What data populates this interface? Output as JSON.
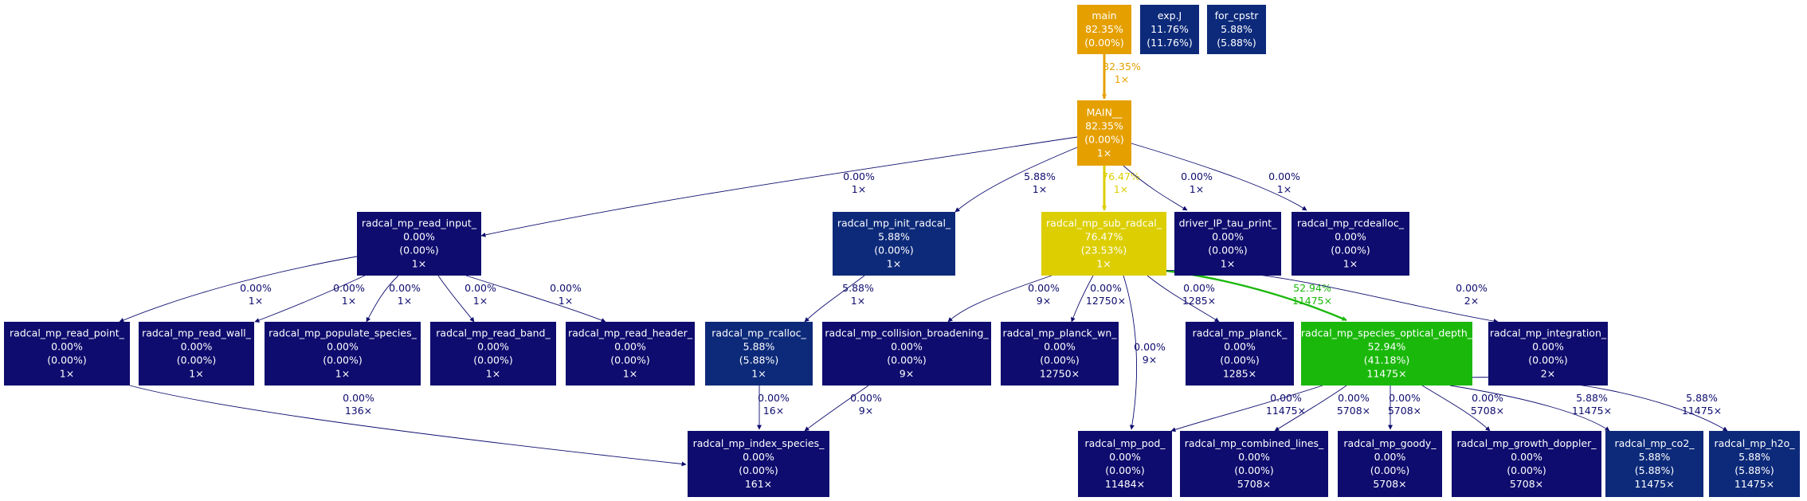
{
  "colors": {
    "hot": "#e5a000",
    "warm": "#dcce00",
    "green": "#1bb80c",
    "mid_blue": "#0d2a7a",
    "dark_blue": "#0e0c6e",
    "edge_default": "#0e0c6e"
  },
  "nodes": [
    {
      "id": "main",
      "lines": [
        "main",
        "82.35%",
        "(0.00%)"
      ],
      "color": "hot"
    },
    {
      "id": "expJ",
      "lines": [
        "exp.J",
        "11.76%",
        "(11.76%)"
      ],
      "color": "mid_blue"
    },
    {
      "id": "for_cpstr",
      "lines": [
        "for_cpstr",
        "5.88%",
        "(5.88%)"
      ],
      "color": "mid_blue"
    },
    {
      "id": "MAIN",
      "lines": [
        "MAIN__",
        "82.35%",
        "(0.00%)",
        "1×"
      ],
      "color": "hot"
    },
    {
      "id": "read_input",
      "lines": [
        "radcal_mp_read_input_",
        "0.00%",
        "(0.00%)",
        "1×"
      ],
      "color": "dark_blue"
    },
    {
      "id": "init_radcal",
      "lines": [
        "radcal_mp_init_radcal_",
        "5.88%",
        "(0.00%)",
        "1×"
      ],
      "color": "mid_blue"
    },
    {
      "id": "sub_radcal",
      "lines": [
        "radcal_mp_sub_radcal_",
        "76.47%",
        "(23.53%)",
        "1×"
      ],
      "color": "warm"
    },
    {
      "id": "driver_ip",
      "lines": [
        "driver_IP_tau_print_",
        "0.00%",
        "(0.00%)",
        "1×"
      ],
      "color": "dark_blue"
    },
    {
      "id": "rcdealloc",
      "lines": [
        "radcal_mp_rcdealloc_",
        "0.00%",
        "(0.00%)",
        "1×"
      ],
      "color": "dark_blue"
    },
    {
      "id": "read_point",
      "lines": [
        "radcal_mp_read_point_",
        "0.00%",
        "(0.00%)",
        "1×"
      ],
      "color": "dark_blue"
    },
    {
      "id": "read_wall",
      "lines": [
        "radcal_mp_read_wall_",
        "0.00%",
        "(0.00%)",
        "1×"
      ],
      "color": "dark_blue"
    },
    {
      "id": "populate_species",
      "lines": [
        "radcal_mp_populate_species_",
        "0.00%",
        "(0.00%)",
        "1×"
      ],
      "color": "dark_blue"
    },
    {
      "id": "read_band",
      "lines": [
        "radcal_mp_read_band_",
        "0.00%",
        "(0.00%)",
        "1×"
      ],
      "color": "dark_blue"
    },
    {
      "id": "read_header",
      "lines": [
        "radcal_mp_read_header_",
        "0.00%",
        "(0.00%)",
        "1×"
      ],
      "color": "dark_blue"
    },
    {
      "id": "rcalloc",
      "lines": [
        "radcal_mp_rcalloc_",
        "5.88%",
        "(5.88%)",
        "1×"
      ],
      "color": "mid_blue"
    },
    {
      "id": "collision",
      "lines": [
        "radcal_mp_collision_broadening_",
        "0.00%",
        "(0.00%)",
        "9×"
      ],
      "color": "dark_blue"
    },
    {
      "id": "planck_wn",
      "lines": [
        "radcal_mp_planck_wn_",
        "0.00%",
        "(0.00%)",
        "12750×"
      ],
      "color": "dark_blue"
    },
    {
      "id": "planck",
      "lines": [
        "radcal_mp_planck_",
        "0.00%",
        "(0.00%)",
        "1285×"
      ],
      "color": "dark_blue"
    },
    {
      "id": "species_od",
      "lines": [
        "radcal_mp_species_optical_depth_",
        "52.94%",
        "(41.18%)",
        "11475×"
      ],
      "color": "green"
    },
    {
      "id": "integration",
      "lines": [
        "radcal_mp_integration_",
        "0.00%",
        "(0.00%)",
        "2×"
      ],
      "color": "dark_blue"
    },
    {
      "id": "index_species",
      "lines": [
        "radcal_mp_index_species_",
        "0.00%",
        "(0.00%)",
        "161×"
      ],
      "color": "dark_blue"
    },
    {
      "id": "pod",
      "lines": [
        "radcal_mp_pod_",
        "0.00%",
        "(0.00%)",
        "11484×"
      ],
      "color": "dark_blue"
    },
    {
      "id": "combined_lines",
      "lines": [
        "radcal_mp_combined_lines_",
        "0.00%",
        "(0.00%)",
        "5708×"
      ],
      "color": "dark_blue"
    },
    {
      "id": "goody",
      "lines": [
        "radcal_mp_goody_",
        "0.00%",
        "(0.00%)",
        "5708×"
      ],
      "color": "dark_blue"
    },
    {
      "id": "growth_doppler",
      "lines": [
        "radcal_mp_growth_doppler_",
        "0.00%",
        "(0.00%)",
        "5708×"
      ],
      "color": "dark_blue"
    },
    {
      "id": "co2",
      "lines": [
        "radcal_mp_co2_",
        "5.88%",
        "(5.88%)",
        "11475×"
      ],
      "color": "mid_blue"
    },
    {
      "id": "h2o",
      "lines": [
        "radcal_mp_h2o_",
        "5.88%",
        "(5.88%)",
        "11475×"
      ],
      "color": "mid_blue"
    }
  ],
  "edges": [
    {
      "from": "main",
      "to": "MAIN",
      "label": [
        "82.35%",
        "1×"
      ],
      "color": "hot",
      "weight": "heavy"
    },
    {
      "from": "MAIN",
      "to": "read_input",
      "label": [
        "0.00%",
        "1×"
      ],
      "color": "edge_default",
      "weight": "thin"
    },
    {
      "from": "MAIN",
      "to": "init_radcal",
      "label": [
        "5.88%",
        "1×"
      ],
      "color": "edge_default",
      "weight": "thin"
    },
    {
      "from": "MAIN",
      "to": "sub_radcal",
      "label": [
        "76.47%",
        "1×"
      ],
      "color": "warm",
      "weight": "heavy"
    },
    {
      "from": "MAIN",
      "to": "driver_ip",
      "label": [
        "0.00%",
        "1×"
      ],
      "color": "edge_default",
      "weight": "thin"
    },
    {
      "from": "MAIN",
      "to": "rcdealloc",
      "label": [
        "0.00%",
        "1×"
      ],
      "color": "edge_default",
      "weight": "thin"
    },
    {
      "from": "read_input",
      "to": "read_point",
      "label": [
        "0.00%",
        "1×"
      ],
      "color": "edge_default",
      "weight": "thin"
    },
    {
      "from": "read_input",
      "to": "read_wall",
      "label": [
        "0.00%",
        "1×"
      ],
      "color": "edge_default",
      "weight": "thin"
    },
    {
      "from": "read_input",
      "to": "populate_species",
      "label": [
        "0.00%",
        "1×"
      ],
      "color": "edge_default",
      "weight": "thin"
    },
    {
      "from": "read_input",
      "to": "read_band",
      "label": [
        "0.00%",
        "1×"
      ],
      "color": "edge_default",
      "weight": "thin"
    },
    {
      "from": "read_input",
      "to": "read_header",
      "label": [
        "0.00%",
        "1×"
      ],
      "color": "edge_default",
      "weight": "thin"
    },
    {
      "from": "init_radcal",
      "to": "rcalloc",
      "label": [
        "5.88%",
        "1×"
      ],
      "color": "edge_default",
      "weight": "thin"
    },
    {
      "from": "sub_radcal",
      "to": "collision",
      "label": [
        "0.00%",
        "9×"
      ],
      "color": "edge_default",
      "weight": "thin"
    },
    {
      "from": "sub_radcal",
      "to": "planck_wn",
      "label": [
        "0.00%",
        "12750×"
      ],
      "color": "edge_default",
      "weight": "thin"
    },
    {
      "from": "sub_radcal",
      "to": "pod",
      "label": [
        "0.00%",
        "9×"
      ],
      "color": "edge_default",
      "weight": "thin"
    },
    {
      "from": "sub_radcal",
      "to": "planck",
      "label": [
        "0.00%",
        "1285×"
      ],
      "color": "edge_default",
      "weight": "thin"
    },
    {
      "from": "sub_radcal",
      "to": "species_od",
      "label": [
        "52.94%",
        "11475×"
      ],
      "color": "green",
      "weight": "medium"
    },
    {
      "from": "sub_radcal",
      "to": "integration",
      "label": [
        "0.00%",
        "2×"
      ],
      "color": "edge_default",
      "weight": "thin"
    },
    {
      "from": "read_point",
      "to": "index_species",
      "label": [
        "0.00%",
        "136×"
      ],
      "color": "edge_default",
      "weight": "thin"
    },
    {
      "from": "rcalloc",
      "to": "index_species",
      "label": [
        "0.00%",
        "16×"
      ],
      "color": "edge_default",
      "weight": "thin"
    },
    {
      "from": "collision",
      "to": "index_species",
      "label": [
        "0.00%",
        "9×"
      ],
      "color": "edge_default",
      "weight": "thin"
    },
    {
      "from": "species_od",
      "to": "pod",
      "label": [
        "0.00%",
        "11475×"
      ],
      "color": "edge_default",
      "weight": "thin"
    },
    {
      "from": "species_od",
      "to": "combined_lines",
      "label": [
        "0.00%",
        "5708×"
      ],
      "color": "edge_default",
      "weight": "thin"
    },
    {
      "from": "species_od",
      "to": "goody",
      "label": [
        "0.00%",
        "5708×"
      ],
      "color": "edge_default",
      "weight": "thin"
    },
    {
      "from": "species_od",
      "to": "growth_doppler",
      "label": [
        "0.00%",
        "5708×"
      ],
      "color": "edge_default",
      "weight": "thin"
    },
    {
      "from": "species_od",
      "to": "co2",
      "label": [
        "5.88%",
        "11475×"
      ],
      "color": "edge_default",
      "weight": "thin"
    },
    {
      "from": "species_od",
      "to": "h2o",
      "label": [
        "5.88%",
        "11475×"
      ],
      "color": "edge_default",
      "weight": "thin"
    }
  ]
}
